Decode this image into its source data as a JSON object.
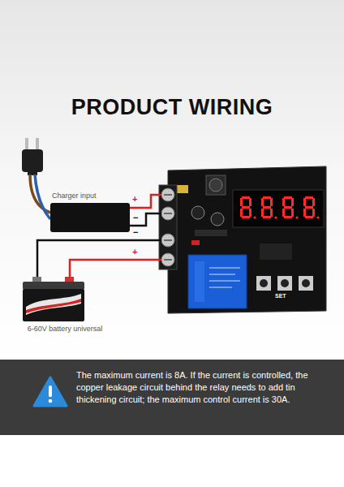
{
  "diagram": {
    "title": "PRODUCT WIRING",
    "nodes": [
      {
        "text": [
          "Charger input"
        ]
      },
      {
        "text": [
          "6-60V battery universal"
        ]
      },
      {
        "text": [
          "The maximum current is 8A. If the current is controlled, the copper leakage circuit behind the relay needs to add tin thickening circuit; the maximum control current is 30A."
        ]
      }
    ],
    "labels": [
      "+",
      "−",
      "−",
      "+",
      "SET"
    ]
  }
}
